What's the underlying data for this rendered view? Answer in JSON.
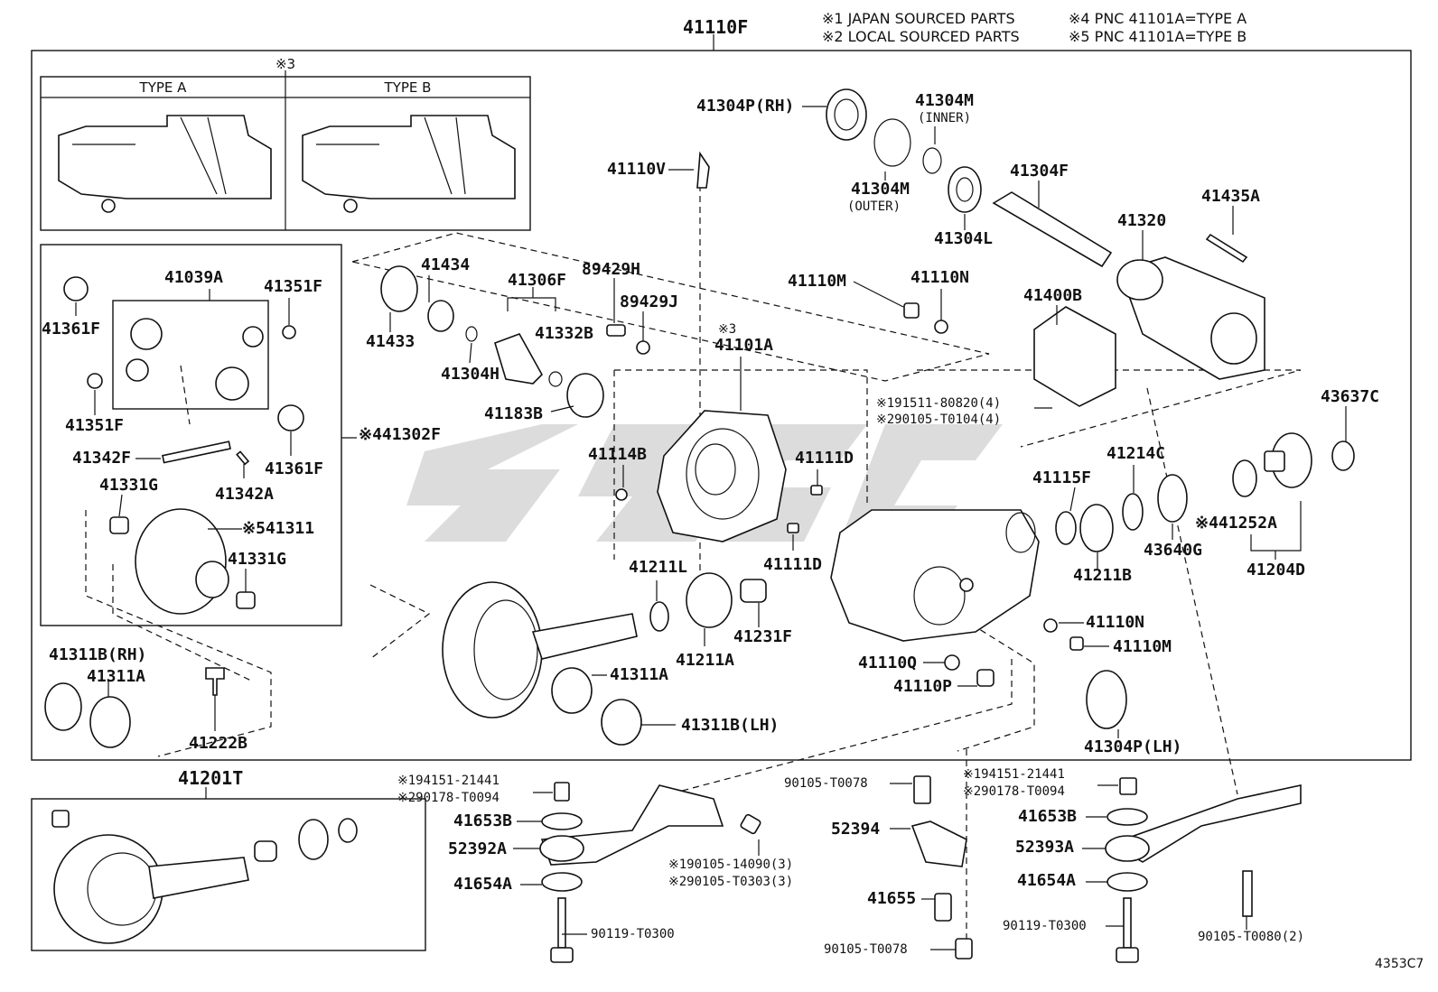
{
  "header": {
    "main_part": "41110F",
    "notes": [
      "※1 JAPAN SOURCED PARTS",
      "※2 LOCAL SOURCED PARTS",
      "※4 PNC 41101A=TYPE A",
      "※5 PNC 41101A=TYPE B"
    ]
  },
  "type_box": {
    "marker": "※3",
    "type_a": "TYPE A",
    "type_b": "TYPE B"
  },
  "lower_assembly": "41201T",
  "diagram_code": "4353C7",
  "labels": {
    "l41304P_RH": "41304P(RH)",
    "l41304M_inner": "41304M",
    "l41304M_inner_note": "(INNER)",
    "l41304M_outer": "41304M",
    "l41304M_outer_note": "(OUTER)",
    "l41304F": "41304F",
    "l41304L": "41304L",
    "l41320": "41320",
    "l41435A": "41435A",
    "l41110V": "41110V",
    "l41110M_top": "41110M",
    "l41110N_top": "41110N",
    "l41400B": "41400B",
    "l41039A": "41039A",
    "l41351F_a": "41351F",
    "l41361F_a": "41361F",
    "l41351F_b": "41351F",
    "l41342F": "41342F",
    "l41361F_b": "41361F",
    "l41342A": "41342A",
    "l41331G_a": "41331G",
    "l41311": "※541311",
    "l41331G_b": "41331G",
    "l41302F": "※441302F",
    "l41434": "41434",
    "l41433": "41433",
    "l41306F": "41306F",
    "l41304H": "41304H",
    "l41332B": "41332B",
    "l89429H": "89429H",
    "l89429J": "89429J",
    "l41183B": "41183B",
    "l41101A_mark": "※3",
    "l41101A": "41101A",
    "l41114B": "41114B",
    "l41111D_a": "41111D",
    "l41111D_b": "41111D",
    "l191511": "※191511-80820(4)",
    "l290105_T0104": "※290105-T0104(4)",
    "l43637C": "43637C",
    "l41115F": "41115F",
    "l41214C": "41214C",
    "l41211B": "41211B",
    "l43640G": "43640G",
    "l41252A": "※441252A",
    "l41204D": "41204D",
    "l41211L": "41211L",
    "l41231F": "41231F",
    "l41211A": "41211A",
    "l41110N_b": "41110N",
    "l41110M_b": "41110M",
    "l41110Q": "41110Q",
    "l41110P": "41110P",
    "l41304P_LH": "41304P(LH)",
    "l41311B_RH": "41311B(RH)",
    "l41311A_a": "41311A",
    "l41222B": "41222B",
    "l41311A_b": "41311A",
    "l41311B_LH": "41311B(LH)",
    "l194151_a": "※194151-21441",
    "l290178_a": "※290178-T0094",
    "l41653B_a": "41653B",
    "l52392A": "52392A",
    "l41654A_a": "41654A",
    "l90119_a": "90119-T0300",
    "l190105_14090": "※190105-14090(3)",
    "l290105_T0303": "※290105-T0303(3)",
    "l90105_T0078_a": "90105-T0078",
    "l52394": "52394",
    "l41655": "41655",
    "l90105_T0078_b": "90105-T0078",
    "l194151_b": "※194151-21441",
    "l290178_b": "※290178-T0094",
    "l41653B_b": "41653B",
    "l52393A": "52393A",
    "l41654A_b": "41654A",
    "l90119_b": "90119-T0300",
    "l90105_T0080": "90105-T0080(2)"
  }
}
